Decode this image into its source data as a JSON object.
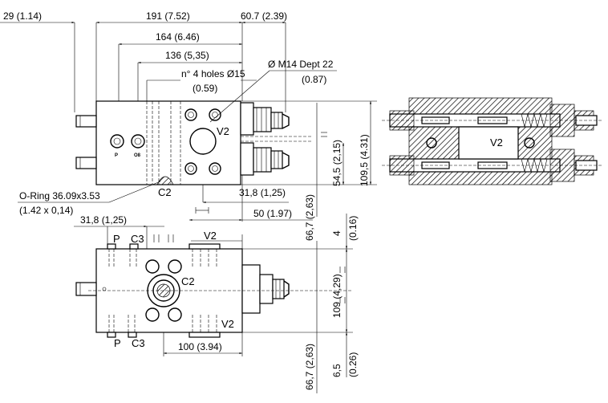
{
  "dimensions": {
    "d29": "29 (1.14)",
    "d191": "191 (7.52)",
    "d60_7": "60.7 (2.39)",
    "d164": "164 (6.46)",
    "d136": "136 (5,35)",
    "holes": "n° 4 holes Ø15",
    "d0_59": "(0.59)",
    "m14": "Ø M14 Dept 22",
    "d0_87": "(0.87)",
    "oring_1": "O-Ring 36.09x3.53",
    "oring_2": "(1.42 x 0,14)",
    "d31_8_top": "31,8 (1,25)",
    "d50": "50 (1.97)",
    "d54_5": "54,5 (2,15)",
    "d109_5": "109,5 (4.31)",
    "d66_7_top": "66,7 (2,63)",
    "d4": "4",
    "d0_16": "(0.16)",
    "d31_8_mid": "31,8 (1,25)",
    "d109": "109 (4,29)",
    "d100": "100 (3.94)",
    "d66_7_bot": "66,7 (2,63)",
    "d6_5": "6,5",
    "d0_26": "(0.26)"
  },
  "labels": {
    "v2_top": "V2",
    "c2_top": "C2",
    "p_small": "P",
    "o8_small": "O8",
    "p_top": "P",
    "c3_top": "C3",
    "v2_mid": "V2",
    "c2_mid": "C2",
    "v2_bot": "V2",
    "p_bot": "P",
    "c3_bot": "C3",
    "v2_section": "V2"
  },
  "icons": {
    "front": "valve-block-front-view",
    "top": "valve-block-top-view",
    "section": "valve-cross-section"
  }
}
